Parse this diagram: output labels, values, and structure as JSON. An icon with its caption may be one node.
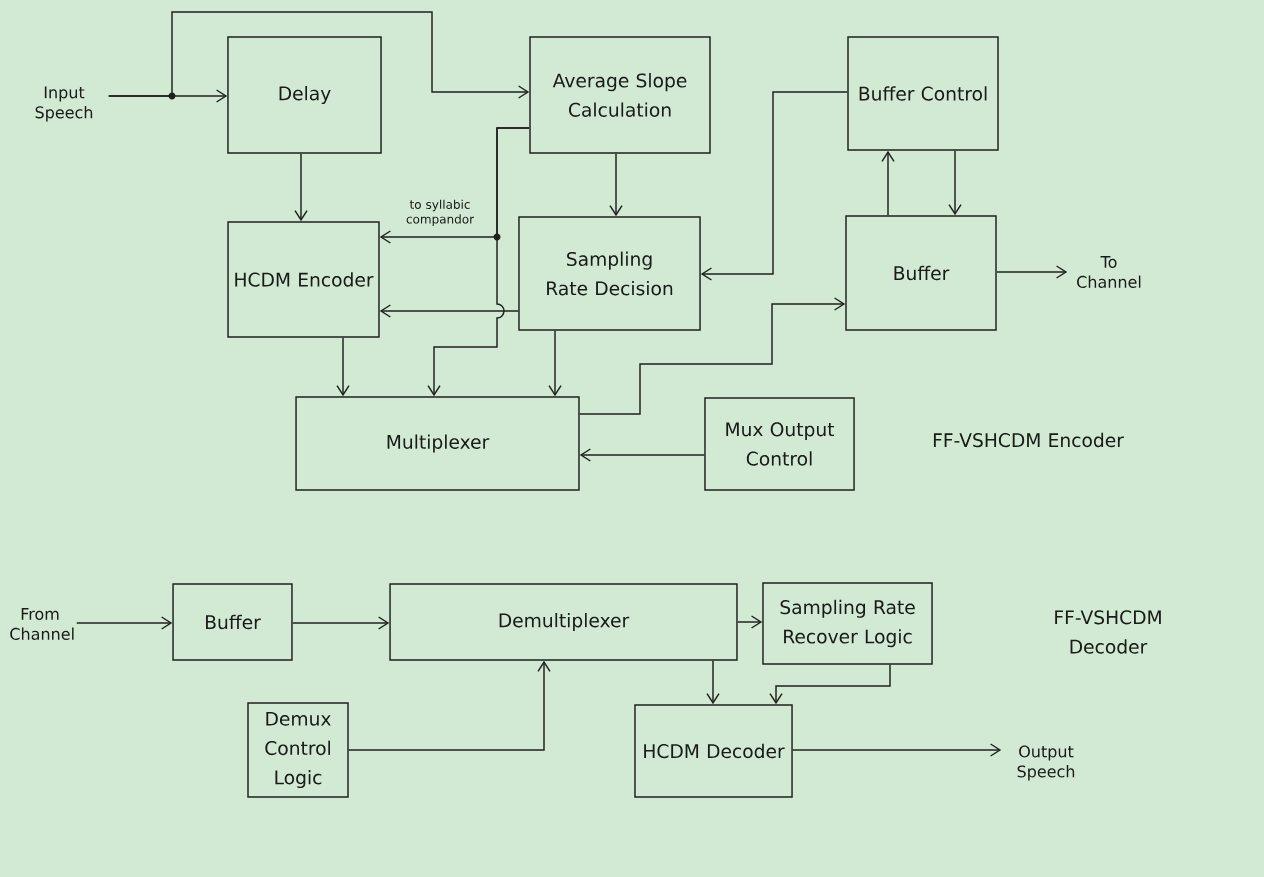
{
  "diagram": {
    "nodes": [
      {
        "text": [
          "Input Speech"
        ]
      },
      {
        "text": [
          "Delay"
        ]
      },
      {
        "text": [
          "Average Slope Calculation"
        ]
      },
      {
        "text": [
          "Buffer Control"
        ]
      },
      {
        "text": [
          "HCDM Encoder"
        ]
      },
      {
        "text": [
          "Sampling Rate Decision"
        ]
      },
      {
        "text": [
          "Buffer"
        ]
      },
      {
        "text": [
          "To Channel"
        ]
      },
      {
        "text": [
          "Multiplexer"
        ]
      },
      {
        "text": [
          "Mux Output Control"
        ]
      },
      {
        "text": [
          "From Channel"
        ]
      },
      {
        "text": [
          "Buffer"
        ]
      },
      {
        "text": [
          "Demultiplexer"
        ]
      },
      {
        "text": [
          "Sampling Rate Recover Logic"
        ]
      },
      {
        "text": [
          "Demux Control Logic"
        ]
      },
      {
        "text": [
          "HCDM Decoder"
        ]
      },
      {
        "text": [
          "Output Speech"
        ]
      }
    ],
    "edges": [
      {
        "from": 0,
        "to": 1,
        "arrow": "to"
      },
      {
        "from": 0,
        "to": 2,
        "arrow": "to"
      },
      {
        "from": 1,
        "to": 4,
        "arrow": "to"
      },
      {
        "from": 2,
        "to": 5,
        "arrow": "to"
      },
      {
        "from": 2,
        "to": 4,
        "arrow": "to",
        "label": "to syllabic compandor"
      },
      {
        "from": 2,
        "to": 8,
        "arrow": "to"
      },
      {
        "from": 5,
        "to": 4,
        "arrow": "to"
      },
      {
        "from": 5,
        "to": 8,
        "arrow": "to"
      },
      {
        "from": 4,
        "to": 8,
        "arrow": "to"
      },
      {
        "from": 3,
        "to": 5,
        "arrow": "to"
      },
      {
        "from": 6,
        "to": 3,
        "arrow": "to"
      },
      {
        "from": 3,
        "to": 6,
        "arrow": "to"
      },
      {
        "from": 8,
        "to": 6,
        "arrow": "to"
      },
      {
        "from": 6,
        "to": 7,
        "arrow": "to"
      },
      {
        "from": 9,
        "to": 8,
        "arrow": "to"
      },
      {
        "from": 10,
        "to": 11,
        "arrow": "to"
      },
      {
        "from": 11,
        "to": 12,
        "arrow": "to"
      },
      {
        "from": 12,
        "to": 13,
        "arrow": "to"
      },
      {
        "from": 12,
        "to": 15,
        "arrow": "to"
      },
      {
        "from": 13,
        "to": 15,
        "arrow": "to"
      },
      {
        "from": 14,
        "to": 12,
        "arrow": "to"
      },
      {
        "from": 15,
        "to": 16,
        "arrow": "to"
      }
    ],
    "labels": [
      "FF-VSHCDM Encoder",
      "FF-VSHCDM Decoder"
    ]
  }
}
